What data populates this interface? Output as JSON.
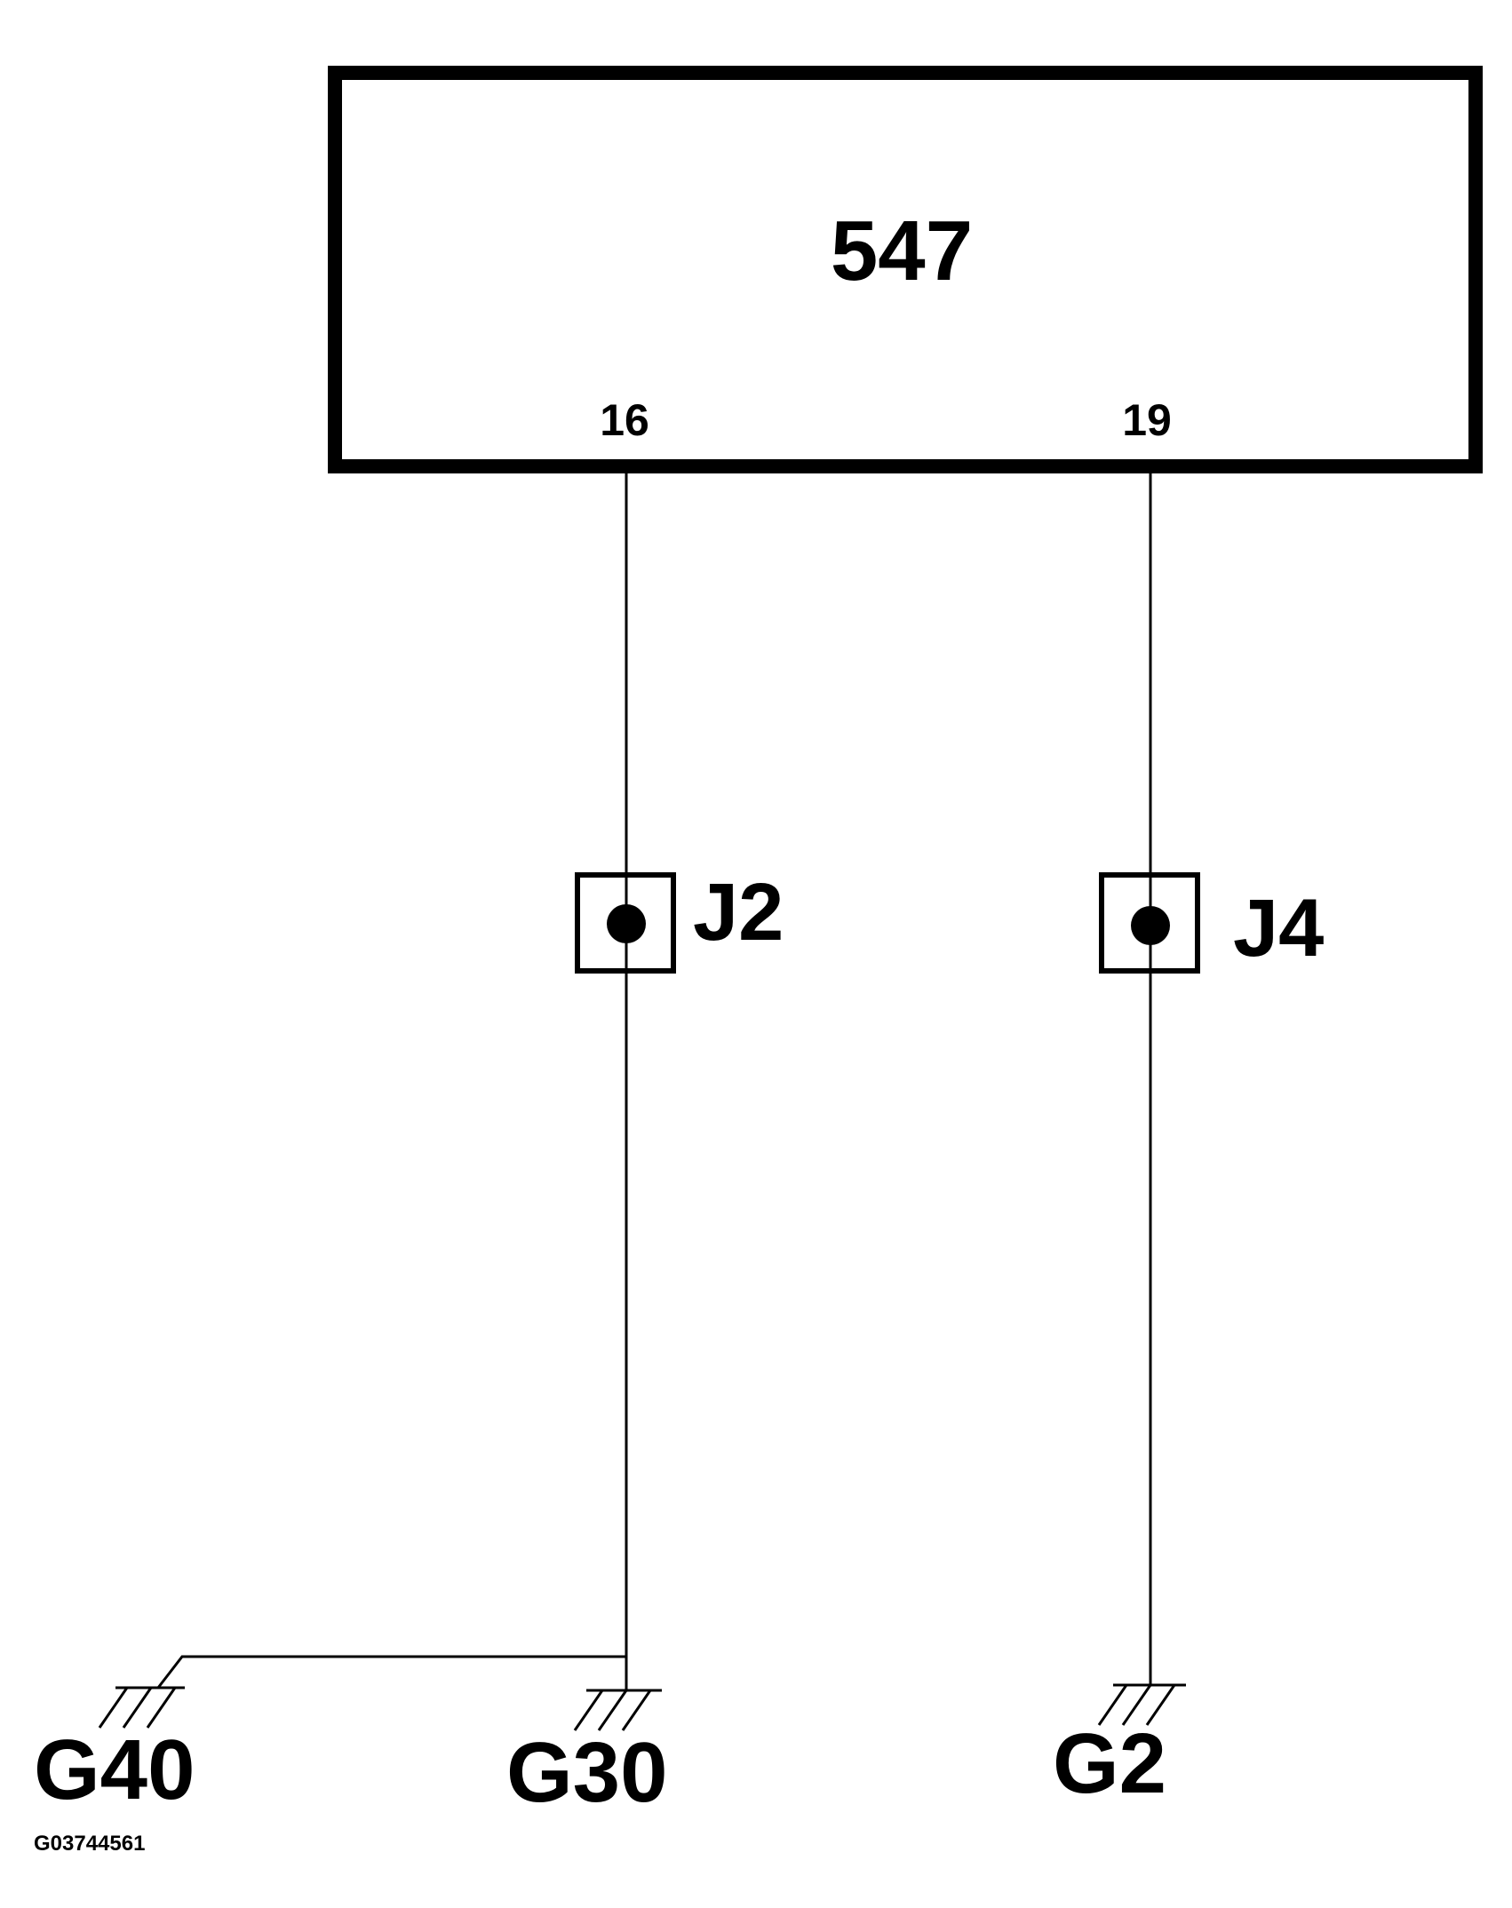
{
  "module": {
    "label": "547",
    "pins": [
      {
        "label": "16"
      },
      {
        "label": "19"
      }
    ]
  },
  "connectors": [
    {
      "label": "J2"
    },
    {
      "label": "J4"
    }
  ],
  "grounds": [
    {
      "label": "G40"
    },
    {
      "label": "G30"
    },
    {
      "label": "G2"
    }
  ],
  "figure_code": "G03744561",
  "colors": {
    "ink": "#000000",
    "background": "#ffffff"
  }
}
